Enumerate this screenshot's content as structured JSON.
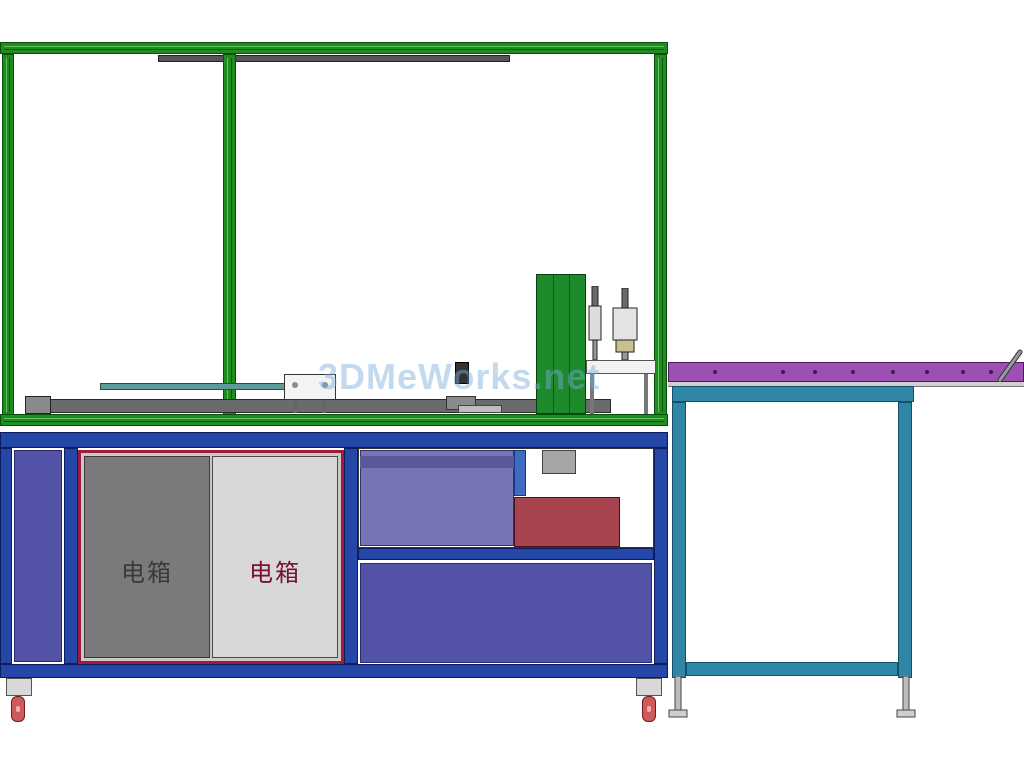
{
  "cabinet_labels": {
    "left": "电箱",
    "right": "电箱"
  },
  "watermark": "3DMeWorks.net",
  "icons": {
    "caster": "caster-wheel-icon",
    "cylinder": "pneumatic-cylinder-icon",
    "leveling_foot": "leveling-foot-icon"
  },
  "colors": {
    "upper_frame": "#1f8c1f",
    "base_frame": "#2547a8",
    "side_frame": "#2f86a6",
    "conveyor": "#9c50b4",
    "cabinet_dark": "#7a7a7a",
    "cabinet_light": "#d8d8d8",
    "cabinet_border": "#a01a3a",
    "red_box": "#a84450"
  }
}
